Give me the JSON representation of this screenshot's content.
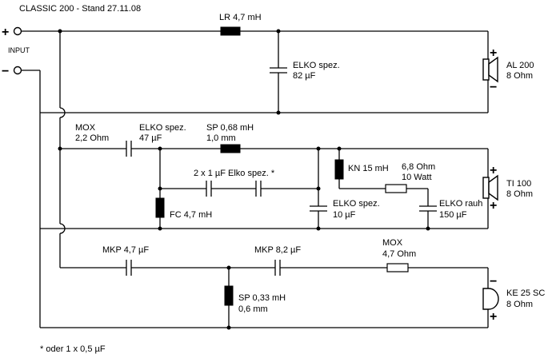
{
  "title": "CLASSIC 200  -  Stand 27.11.08",
  "input": {
    "label": "INPUT",
    "plus": "+",
    "minus": "−"
  },
  "footnote": "* oder 1 x 0,5 µF",
  "section_top": {
    "lr_label": "LR 4,7 mH",
    "elko_label1": "ELKO spez.",
    "elko_label2": "82 µF",
    "driver": {
      "name": "AL 200",
      "impedance": "8 Ohm",
      "plus": "+",
      "minus": "−"
    }
  },
  "section_mid": {
    "mox_label1": "MOX",
    "mox_label2": "2,2 Ohm",
    "elko1_label1": "ELKO spez.",
    "elko1_label2": "47 µF",
    "sp_label1": "SP 0,68 mH",
    "sp_label2": "1,0 mm",
    "elko_pair_label": "2 x 1 µF Elko spez. *",
    "fc_label": "FC 4,7 mH",
    "kn_label": "KN 15 mH",
    "elko2_label1": "ELKO spez.",
    "elko2_label2": "10 µF",
    "res_label1": "6,8 Ohm",
    "res_label2": "10 Watt",
    "elko3_label1": "ELKO rauh",
    "elko3_label2": "150 µF",
    "driver": {
      "name": "TI 100",
      "impedance": "8 Ohm",
      "plus": "+",
      "minus": "+"
    }
  },
  "section_bot": {
    "mkp1_label": "MKP 4,7 µF",
    "mkp2_label": "MKP 8,2 µF",
    "mox_label1": "MOX",
    "mox_label2": "4,7 Ohm",
    "sp_label1": "SP 0,33 mH",
    "sp_label2": "0,6 mm",
    "driver": {
      "name": "KE 25 SC",
      "impedance": "8 Ohm",
      "plus": "−",
      "minus": "+"
    }
  }
}
